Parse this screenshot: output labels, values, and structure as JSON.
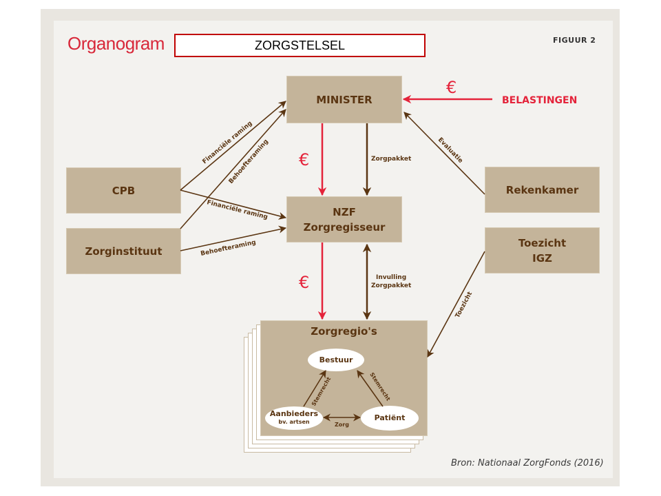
{
  "header": {
    "title": "Organogram",
    "subtitle": "ZORGSTELSEL",
    "figure_label": "FIGUUR 2"
  },
  "nodes": {
    "minister": "MINISTER",
    "cpb": "CPB",
    "zorginstituut": "Zorginstituut",
    "nzf_line1": "NZF",
    "nzf_line2": "Zorgregisseur",
    "rekenkamer": "Rekenkamer",
    "toezicht_line1": "Toezicht",
    "toezicht_line2": "IGZ",
    "belastingen": "BELASTINGEN"
  },
  "region": {
    "title": "Zorgregio's",
    "bestuur": "Bestuur",
    "aanbieders": "Aanbieders",
    "aanbieders_sub": "bv. artsen",
    "patient": "Patiënt",
    "edge_stemrecht_left": "Stemrecht",
    "edge_stemrecht_right": "Stemrecht",
    "edge_zorg": "Zorg"
  },
  "edges": {
    "cpb_minister": "Financiële raming",
    "zorginstituut_minister": "Behoefteraming",
    "cpb_nzf": "Financiële raming",
    "zorginstituut_nzf": "Behoefteraming",
    "minister_nzf_pakket": "Zorgpakket",
    "nzf_regio_line1": "Invulling",
    "nzf_regio_line2": "Zorgpakket",
    "rekenkamer_minister": "Evaluatie",
    "toezicht_regio": "Toezicht",
    "euro_symbol": "€"
  },
  "colors": {
    "accent_red": "#e4233a",
    "brown": "#5a3512",
    "box_fill": "#c4b49a"
  },
  "footer": {
    "source": "Bron: Nationaal ZorgFonds (2016)"
  }
}
